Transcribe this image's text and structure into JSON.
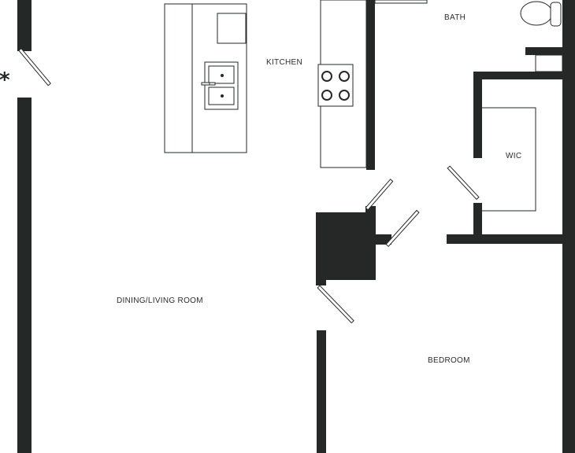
{
  "rooms": {
    "kitchen": "KITCHEN",
    "bath": "BATH",
    "wic": "WIC",
    "dining_living": "DINING/LIVING ROOM",
    "bedroom": "BEDROOM"
  },
  "entry_marker": "*",
  "colors": {
    "wall": "#252827",
    "background": "#ffffff",
    "label": "#2a2d2b"
  }
}
